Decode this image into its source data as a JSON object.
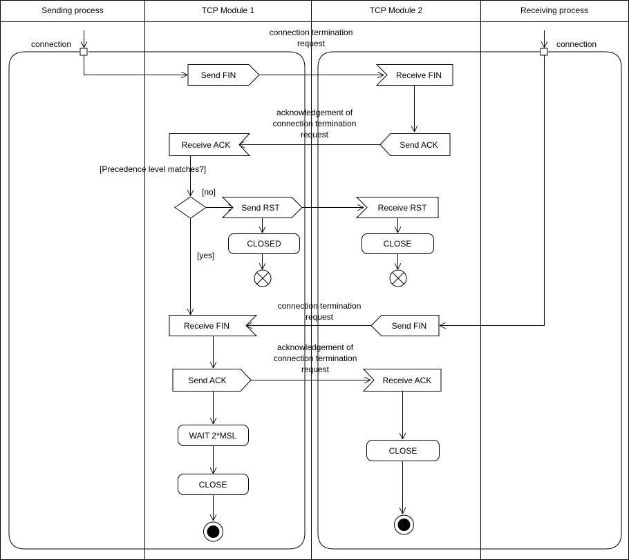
{
  "lanes": {
    "sending": "Sending process",
    "tcp1": "TCP Module  1",
    "tcp2": "TCP Module 2",
    "receiving": "Receiving process"
  },
  "pins": {
    "left_label": "connection",
    "right_label": "connection"
  },
  "annotations": {
    "termination_req_1": [
      "connection termination",
      "request"
    ],
    "ack_req_1": [
      "acknowledgement of",
      "connection termination",
      "request"
    ],
    "termination_req_2": [
      "connection termination",
      "request"
    ],
    "ack_req_2": [
      "acknowledgement of",
      "connection termination",
      "request"
    ]
  },
  "nodes": {
    "send_fin_1": "Send FIN",
    "receive_fin_1": "Receive FIN",
    "send_ack_1": "Send ACK",
    "receive_ack_1": "Receive ACK",
    "send_rst": "Send RST",
    "receive_rst": "Receive RST",
    "closed": "CLOSED",
    "close_rst": "CLOSE",
    "receive_fin_2": "Receive FIN",
    "send_fin_2": "Send FIN",
    "send_ack_2": "Send ACK",
    "receive_ack_2": "Receive ACK",
    "wait": "WAIT 2*MSL",
    "close_left": "CLOSE",
    "close_right": "CLOSE"
  },
  "guards": {
    "decision": "[Precedence level matches?]",
    "no": "[no]",
    "yes": "[yes]"
  },
  "colors": {
    "line": "#000000",
    "background": "#ffffff"
  }
}
